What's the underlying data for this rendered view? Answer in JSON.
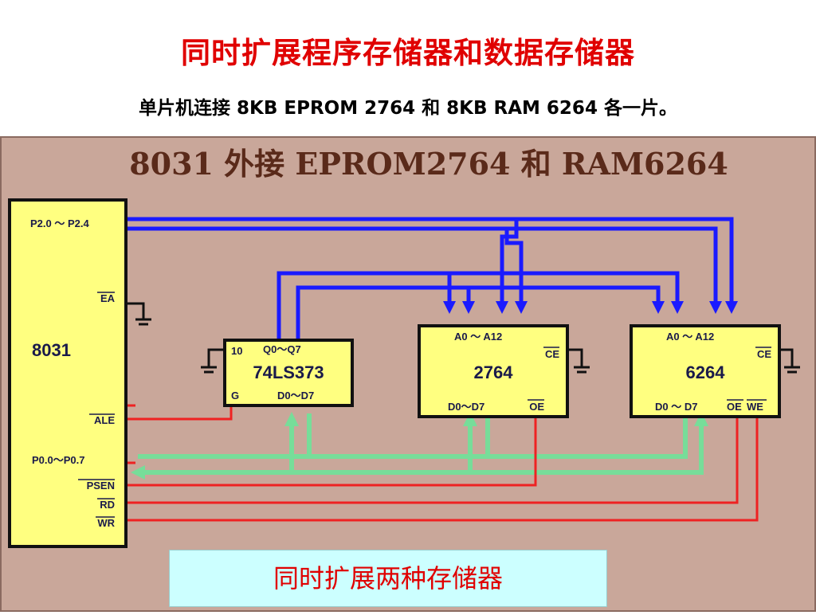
{
  "slide": {
    "title": "同时扩展程序存储器和数据存储器",
    "subtitle": "单片机连接 8KB EPROM 2764 和 8KB RAM 6264 各一片。",
    "banner": "同时扩展两种存储器"
  },
  "diagram": {
    "heading": "8031 外接 EPROM2764 和 RAM6264",
    "colors": {
      "panel": "#c9a79a",
      "chip": "#ffff80",
      "address_bus": "#1a1aff",
      "data_bus": "#77dd99",
      "control": "#ee2222"
    },
    "mcu": {
      "name": "8031",
      "pins": {
        "p2": "P2.0 ～ P2.4",
        "ea": "EA",
        "ale": "ALE",
        "p0": "P0.0～P0.7",
        "psen": "PSEN",
        "rd": "RD",
        "wr": "WR"
      }
    },
    "latch": {
      "name": "74LS373",
      "pin_10": "10",
      "pin_q": "Q0～Q7",
      "pin_g": "G",
      "pin_d": "D0～D7"
    },
    "eprom": {
      "name": "2764",
      "pin_a": "A0 ～ A12",
      "pin_ce": "CE",
      "pin_d": "D0～D7",
      "pin_oe": "OE"
    },
    "ram": {
      "name": "6264",
      "pin_a": "A0 ～ A12",
      "pin_ce": "CE",
      "pin_d": "D0 ～ D7",
      "pin_oe": "OE",
      "pin_we": "WE"
    }
  }
}
